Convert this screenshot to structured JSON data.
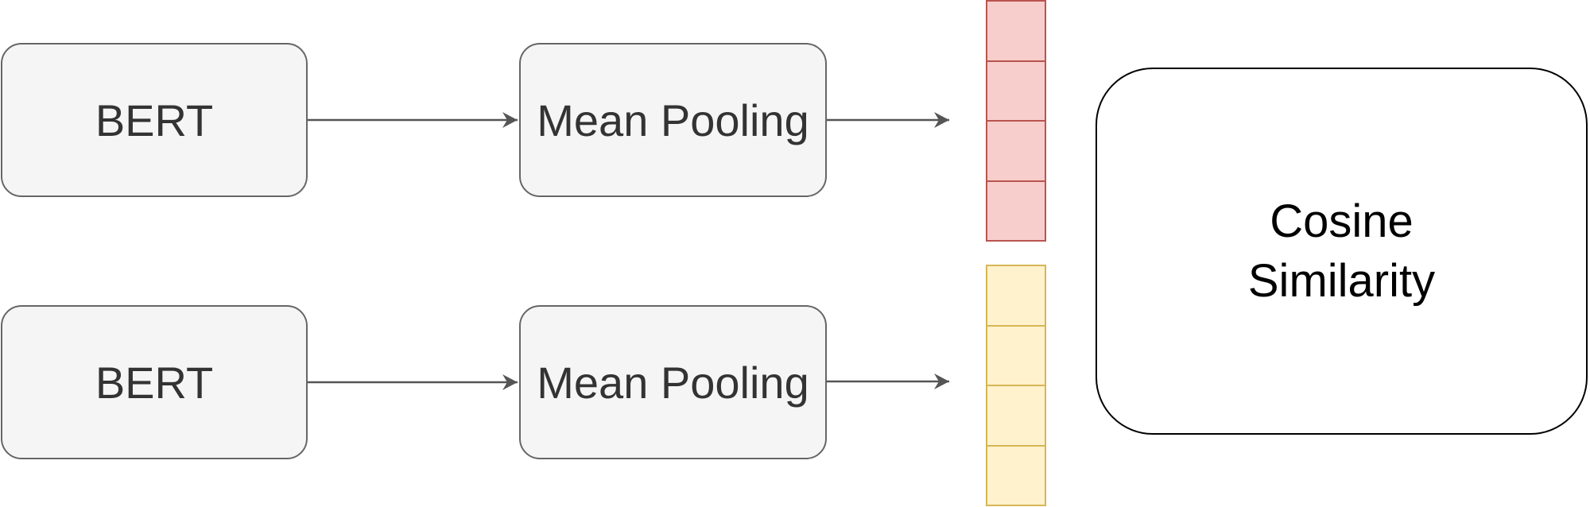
{
  "top_branch": {
    "encoder_label": "BERT",
    "pooling_label": "Mean Pooling",
    "vector_cells": 4,
    "vector_fill": "#f8cecc",
    "vector_stroke": "#b85450"
  },
  "bottom_branch": {
    "encoder_label": "BERT",
    "pooling_label": "Mean Pooling",
    "vector_cells": 4,
    "vector_fill": "#fff2cc",
    "vector_stroke": "#d6b656"
  },
  "similarity": {
    "line1": "Cosine",
    "line2": "Similarity"
  },
  "colors": {
    "box_fill": "#f5f5f5",
    "box_stroke": "#666666",
    "arrow": "#555555"
  }
}
